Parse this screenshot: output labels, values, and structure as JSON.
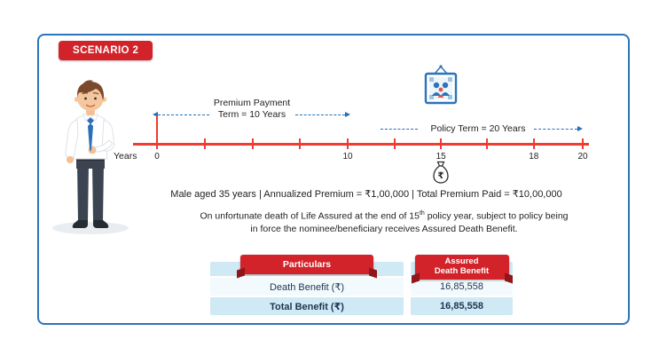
{
  "colors": {
    "accent_red": "#d2232a",
    "accent_blue": "#2b74b8",
    "timeline_red": "#ef3b30",
    "table_blue": "#cfe9f5"
  },
  "scenario_badge": "SCENARIO 2",
  "timeline": {
    "years_axis_label": "Years",
    "premium_label_line1": "Premium Payment",
    "premium_label_line2": "Term = 10 Years",
    "policy_term_label": "Policy Term = 20 Years",
    "tick_labels": [
      "0",
      "10",
      "15",
      "18",
      "20"
    ],
    "rupee_symbol": "₹"
  },
  "details_line": "Male aged 35 years | Annualized Premium =  ₹1,00,000 | Total Premium Paid = ₹10,00,000",
  "note": {
    "part1": "On unfortunate death of Life Assured at the end of 15",
    "superscript": "th",
    "part2": " policy year, subject to policy being",
    "line2": "in force the nominee/beneficiary receives Assured Death Benefit."
  },
  "table": {
    "col1_header": "Particulars",
    "col2_header_line1": "Assured",
    "col2_header_line2": "Death Benefit",
    "rows": [
      {
        "particular": "Death Benefit (₹)",
        "value": "16,85,558"
      },
      {
        "particular": "Total Benefit (₹)",
        "value": "16,85,558"
      }
    ]
  }
}
